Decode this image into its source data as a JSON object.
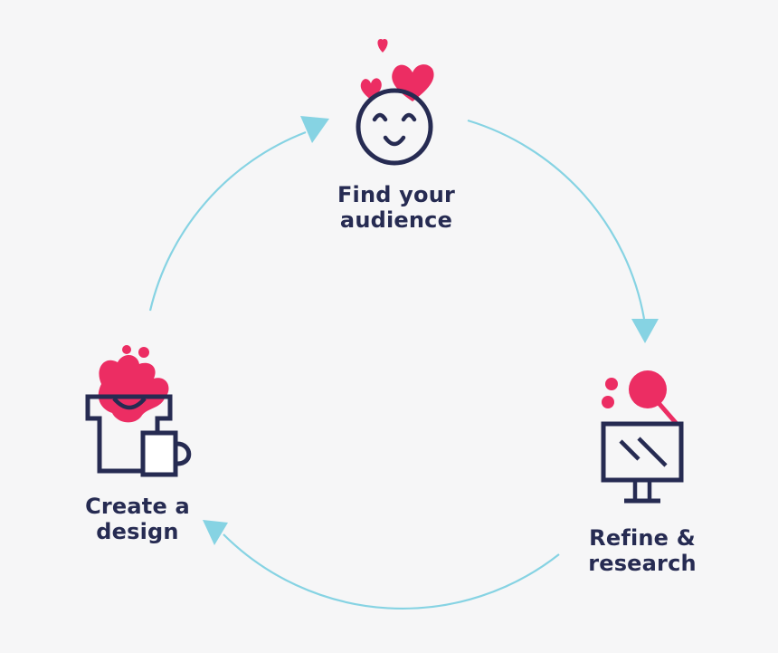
{
  "diagram": {
    "colors": {
      "arrow": "#86d3e3",
      "navy": "#262b52",
      "pink": "#ec2d63",
      "background": "#f6f6f7"
    },
    "nodes": [
      {
        "id": "find",
        "icon": "smiling-face-with-hearts-icon",
        "line1": "Find your",
        "line2": "audience"
      },
      {
        "id": "refine",
        "icon": "monitor-with-magnifier-icon",
        "line1": "Refine &",
        "line2": "research"
      },
      {
        "id": "create",
        "icon": "tshirt-and-mug-icon",
        "line1": "Create a",
        "line2": "design"
      }
    ],
    "edges": [
      {
        "from": "find",
        "to": "refine"
      },
      {
        "from": "refine",
        "to": "create"
      },
      {
        "from": "create",
        "to": "find"
      }
    ]
  }
}
